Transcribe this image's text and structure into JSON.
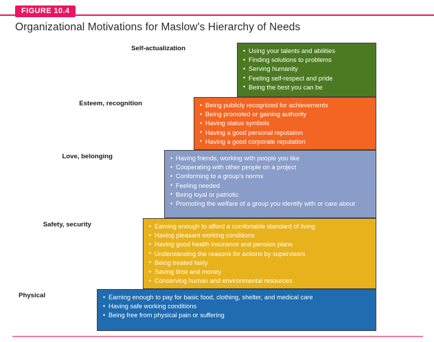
{
  "figure": {
    "badge": "FIGURE 10.4",
    "title": "Organizational Motivations for Maslow's Hierarchy of Needs",
    "accent_color": "#ec1561",
    "rule_bottom_color": "#f7799f"
  },
  "chart_data": {
    "type": "pyramid",
    "title": "Organizational Motivations for Maslow's Hierarchy of Needs",
    "orientation": "top-to-bottom (highest need first)",
    "tiers": [
      {
        "label": "Self-actualization",
        "color": "#4c7a23",
        "level": 5,
        "items": [
          "Using your talents and abilities",
          "Finding solutions to problems",
          "Serving humanity",
          "Feeling self-respect and pride",
          "Being the best you can be"
        ]
      },
      {
        "label": "Esteem, recognition",
        "color": "#f26522",
        "level": 4,
        "items": [
          "Being publicly recognized for achievements",
          "Being promoted or gaining authority",
          "Having status symbols",
          "Having a good personal reputation",
          "Having a good corporate reputation"
        ]
      },
      {
        "label": "Love, belonging",
        "color": "#8a9cc8",
        "level": 3,
        "items": [
          "Having friends, working with people you like",
          "Cooperating with other people on a project",
          "Conforming to a group's norms",
          "Feeling needed",
          "Being loyal or patriotic",
          "Promoting the welfare of a group you identify with or care about"
        ]
      },
      {
        "label": "Safety, security",
        "color": "#e8b21d",
        "level": 2,
        "items": [
          "Earning enough to afford a comfortable standard of living",
          "Having pleasant working conditions",
          "Having good health insurance and pension plans",
          "Understanding the reasons for actions by supervisors",
          "Being treated fairly",
          "Saving time and money",
          "Conserving human and environmental resources"
        ]
      },
      {
        "label": "Physical",
        "color": "#1f6cb0",
        "level": 1,
        "items": [
          "Earning enough to pay for basic food, clothing, shelter, and medical care",
          "Having safe working conditions",
          "Being free from physical pain or suffering"
        ]
      }
    ]
  }
}
